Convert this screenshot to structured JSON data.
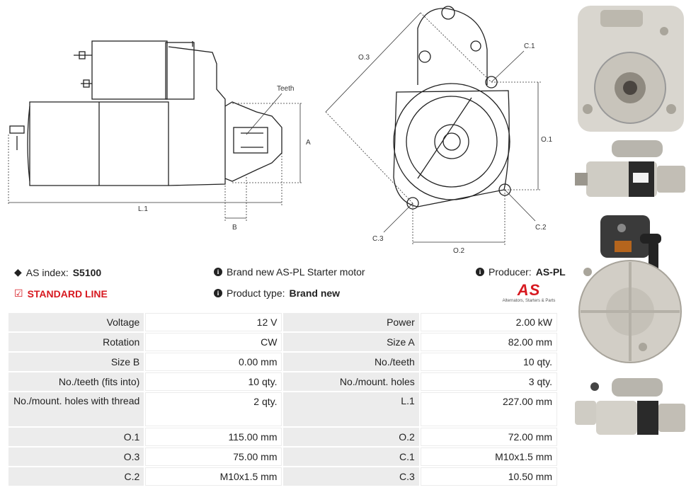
{
  "diagram_labels": {
    "teeth": "Teeth",
    "a": "A",
    "b": "B",
    "l1": "L.1",
    "o1": "O.1",
    "o2": "O.2",
    "o3": "O.3",
    "c1": "C.1",
    "c2": "C.2",
    "c3": "C.3"
  },
  "info": {
    "as_index_label": "AS index:",
    "as_index_value": "S5100",
    "standard_line": "STANDARD LINE",
    "description": "Brand new AS-PL Starter motor",
    "product_type_label": "Product type:",
    "product_type_value": "Brand new",
    "producer_label": "Producer:",
    "producer_value": "AS-PL"
  },
  "logo": {
    "mark": "AS",
    "tagline": "Alternators, Starters & Parts"
  },
  "colors": {
    "accent_red": "#d71920",
    "table_label_bg": "#ececec"
  },
  "specs": [
    [
      {
        "label": "Voltage",
        "value": "12 V"
      },
      {
        "label": "Power",
        "value": "2.00 kW"
      }
    ],
    [
      {
        "label": "Rotation",
        "value": "CW"
      },
      {
        "label": "Size A",
        "value": "82.00 mm"
      }
    ],
    [
      {
        "label": "Size B",
        "value": "0.00 mm"
      },
      {
        "label": "No./teeth",
        "value": "10 qty."
      }
    ],
    [
      {
        "label": "No./teeth (fits into)",
        "value": "10 qty."
      },
      {
        "label": "No./mount. holes",
        "value": "3 qty."
      }
    ],
    [
      {
        "label": "No./mount. holes with thread",
        "value": "2 qty."
      },
      {
        "label": "L.1",
        "value": "227.00 mm"
      }
    ],
    [
      {
        "label": "O.1",
        "value": "115.00 mm"
      },
      {
        "label": "O.2",
        "value": "72.00 mm"
      }
    ],
    [
      {
        "label": "O.3",
        "value": "75.00 mm"
      },
      {
        "label": "C.1",
        "value": "M10x1.5 mm"
      }
    ],
    [
      {
        "label": "C.2",
        "value": "M10x1.5 mm"
      },
      {
        "label": "C.3",
        "value": "10.50 mm"
      }
    ]
  ]
}
